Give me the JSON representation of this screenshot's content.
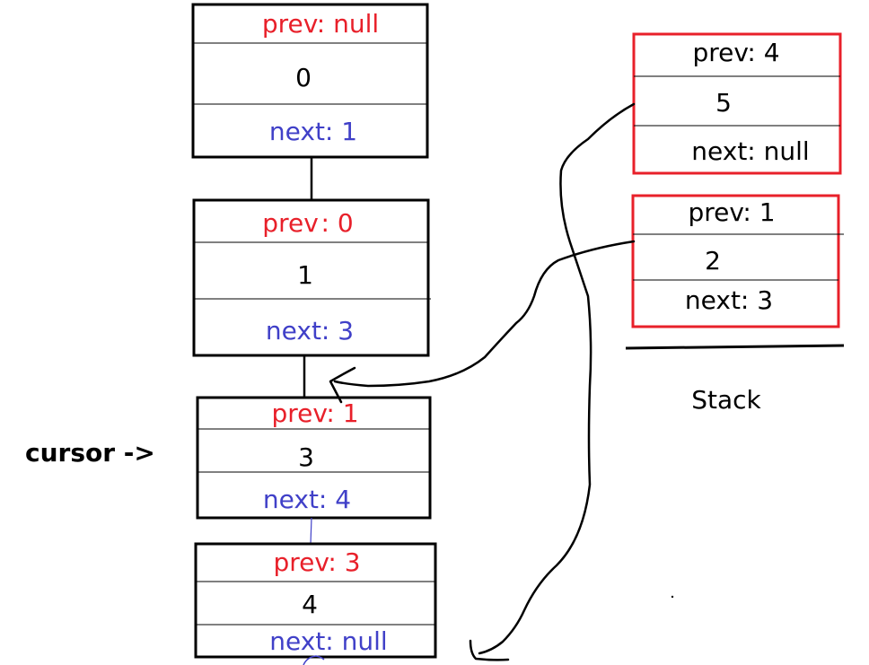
{
  "list_nodes": [
    {
      "prev": "prev: null",
      "value": "0",
      "next": "next: 1"
    },
    {
      "prev": "prev : 0",
      "value": "1",
      "next": "next: 3"
    },
    {
      "prev": "prev: 1",
      "value": "3",
      "next": "next: 4"
    },
    {
      "prev": "prev: 3",
      "value": "4",
      "next": "next: null"
    }
  ],
  "stack_nodes": [
    {
      "prev": "prev: 4",
      "value": "5",
      "next": "next: null"
    },
    {
      "prev": "prev: 1",
      "value": "2",
      "next": "next: 3"
    }
  ],
  "stack_label": "Stack",
  "cursor_label": "cursor ->",
  "colors": {
    "prev": "#e8202a",
    "next": "#4040c8",
    "value": "#000000",
    "node_border": "#000000",
    "stack_border": "#e8202a",
    "arrow": "#000000"
  }
}
